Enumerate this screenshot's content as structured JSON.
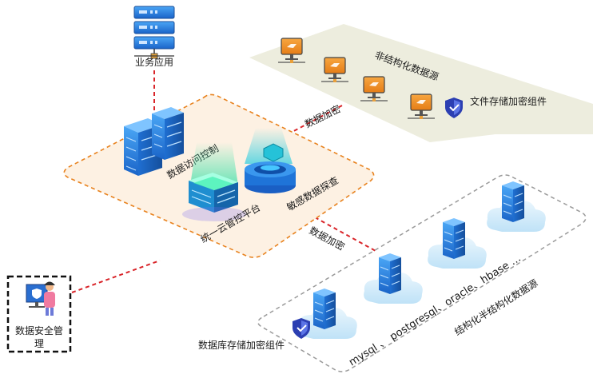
{
  "labels": {
    "business_app": "业务应用",
    "unstructured_source": "非结构化数据源",
    "file_encryption": "文件存储加密组件",
    "data_encryption_top": "数据加密",
    "access_control": "数据访问控制",
    "sensitive_detect": "敏感数据探查",
    "unified_platform": "统一云管控平台",
    "data_encryption_bottom": "数据加密",
    "security_mgmt_line1": "数据安全管",
    "security_mgmt_line2": "理",
    "db_encryption": "数据库存储加密组件",
    "db_list": "mysql 、 postgresql、oracle、hbase …",
    "structured_source": "结构化半结构化数据源"
  },
  "colors": {
    "link_dashed": "#d9252a",
    "platform_border": "#e8821e",
    "platform_fill": "#fdf0e2",
    "server_blue": "#2a7fe0",
    "cloud_fill": "#dff1fc",
    "band_fill": "#ededde"
  }
}
